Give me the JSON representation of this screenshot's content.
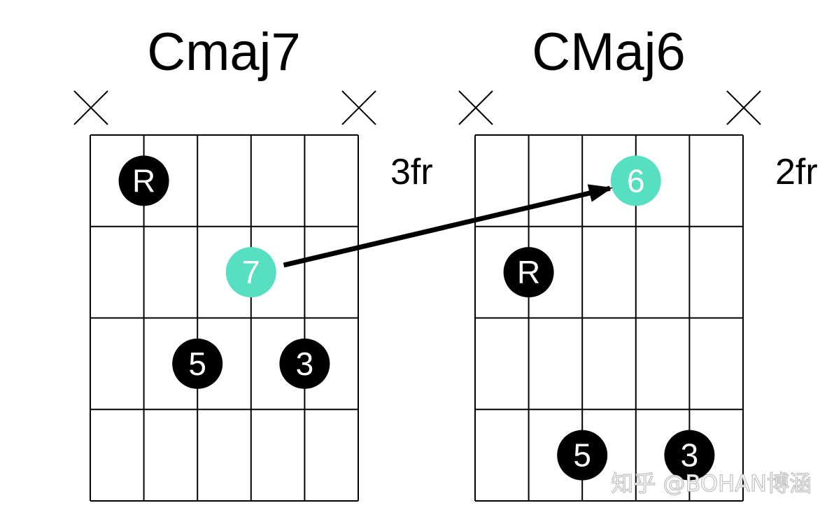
{
  "chords": [
    {
      "name": "Cmaj7",
      "fret_label": "3fr",
      "muted_strings": [
        1,
        6
      ],
      "notes": [
        {
          "label": "R",
          "string": 2,
          "fret": 1,
          "highlight": false
        },
        {
          "label": "7",
          "string": 4,
          "fret": 2,
          "highlight": true
        },
        {
          "label": "5",
          "string": 3,
          "fret": 3,
          "highlight": false
        },
        {
          "label": "3",
          "string": 5,
          "fret": 3,
          "highlight": false
        }
      ]
    },
    {
      "name": "CMaj6",
      "fret_label": "2fr",
      "muted_strings": [
        1,
        6
      ],
      "notes": [
        {
          "label": "6",
          "string": 4,
          "fret": 1,
          "highlight": true
        },
        {
          "label": "R",
          "string": 2,
          "fret": 2,
          "highlight": false
        },
        {
          "label": "5",
          "string": 3,
          "fret": 4,
          "highlight": false
        },
        {
          "label": "3",
          "string": 5,
          "fret": 4,
          "highlight": false
        }
      ]
    }
  ],
  "transition": {
    "from_chord": 0,
    "from_note": 1,
    "to_chord": 1,
    "to_note": 0
  },
  "watermark": "知乎 @BOHAN博涵",
  "colors": {
    "note": "#000000",
    "highlight": "#57dfc2",
    "note_text": "#ffffff",
    "grid": "#000000",
    "arrow": "#000000"
  }
}
